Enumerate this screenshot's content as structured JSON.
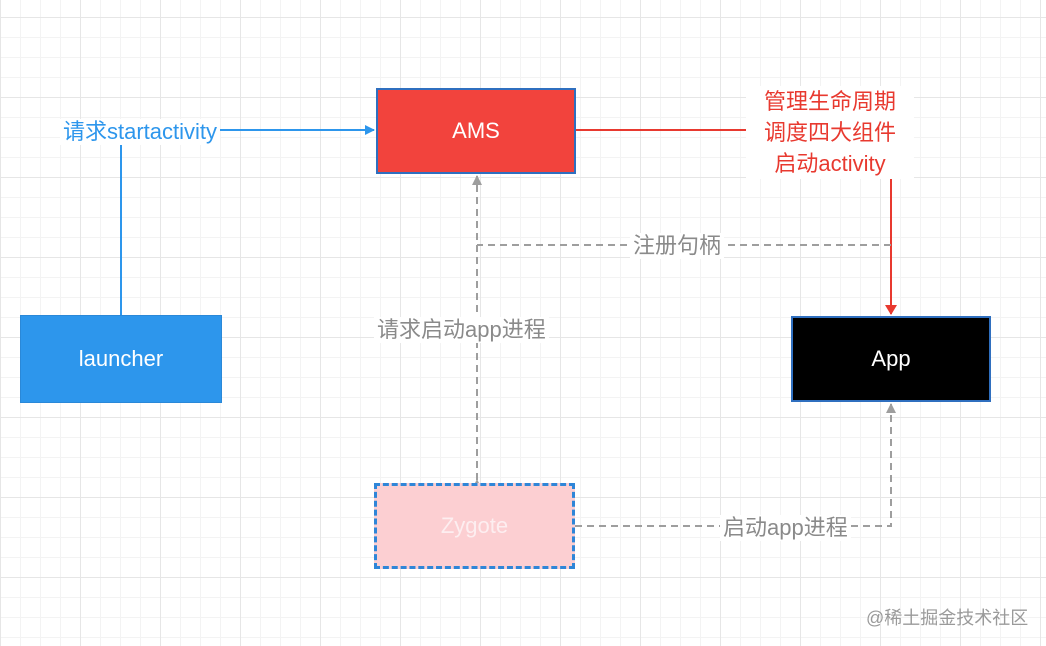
{
  "nodes": {
    "ams": "AMS",
    "launcher": "launcher",
    "app": "App",
    "zygote": "Zygote"
  },
  "edges": {
    "launcher_to_ams": "请求startactivity",
    "ams_to_app": [
      "管理生命周期",
      "调度四大组件",
      "启动activity"
    ],
    "app_register_ams": "注册句柄",
    "ams_to_zygote": "请求启动app进程",
    "zygote_to_app": "启动app进程"
  },
  "watermark": "@稀土掘金技术社区",
  "colors": {
    "ams_fill": "#f2433d",
    "launcher_fill": "#2d96ec",
    "app_fill": "#000000",
    "zygote_fill": "#fccfd2",
    "blue_edge": "#2d96ec",
    "red_edge": "#e8392f",
    "gray_edge": "#9e9e9e"
  }
}
